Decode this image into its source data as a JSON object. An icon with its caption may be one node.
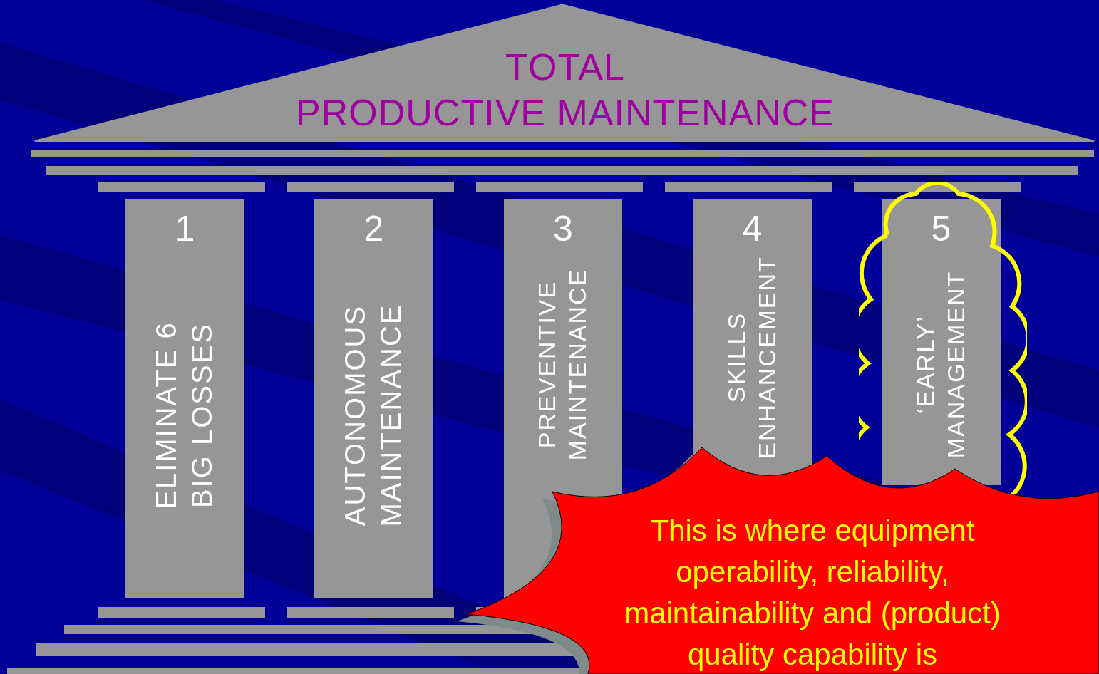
{
  "diagram": {
    "nodes": [
      {
        "text": [
          "TOTAL",
          "PRODUCTIVE MAINTENANCE"
        ]
      },
      {
        "text": [
          "1",
          "ELIMINATE 6 BIG LOSSES"
        ]
      },
      {
        "text": [
          "2",
          "AUTONOMOUS MAINTENANCE"
        ]
      },
      {
        "text": [
          "3",
          "PREVENTIVE MAINTENANCE"
        ]
      },
      {
        "text": [
          "4",
          "SKILLS ENHANCEMENT"
        ]
      },
      {
        "text": [
          "5",
          "‘EARLY’ MANAGEMENT"
        ]
      },
      {
        "text": [
          "This is where equipment operability, reliability, maintainability and (product) quality capability is"
        ]
      }
    ]
  }
}
